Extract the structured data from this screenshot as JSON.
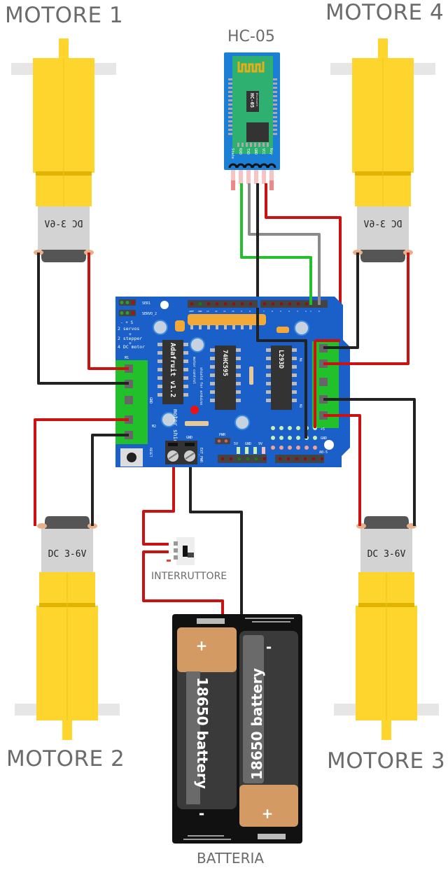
{
  "labels": {
    "motor1": "MOTORE 1",
    "motor2": "MOTORE 2",
    "motor3": "MOTORE 3",
    "motor4": "MOTORE 4",
    "bluetooth": "HC-05",
    "switch": "INTERRUTTORE",
    "battery": "BATTERIA"
  },
  "motor": {
    "rating": "DC 3-6V"
  },
  "hc05": {
    "chip_title": "HC-05",
    "chip_subtitle": "Bluetooth",
    "pins": [
      "State",
      "RXD",
      "TXD",
      "GND",
      "VCC",
      "Key"
    ]
  },
  "shield": {
    "chip_main": "Adafruit v1.2",
    "chip_shift": "74HC595",
    "chip_driver": "L293D",
    "text_motor_control": "motor control",
    "text_shield": "shield for arduino",
    "text_motor_shield": "motor shield",
    "servo_labels": [
      "SER1",
      "SERVO_2"
    ],
    "servo_pins": "- + S",
    "capabilities": [
      "2 servos",
      "+",
      "2 stepper",
      "+",
      "4 DC motor"
    ],
    "top_header_pins": [
      "AREF",
      "GND",
      "13",
      "12",
      "11",
      "10",
      "9",
      "8",
      "7",
      "6",
      "5",
      "4",
      "3",
      "2",
      "1",
      "0"
    ],
    "label_m1": "M1",
    "label_m2": "M2",
    "label_m3": "M3",
    "label_m4": "M4",
    "label_gnd": "GND",
    "label_reset": "RESET",
    "label_ext_pwr": "EXT_PWR",
    "label_pwr": "PWR",
    "label_5v": "5V",
    "label_9v": "9V",
    "label_plus5": "+5",
    "label_a0": "A0-5"
  },
  "battery": {
    "cell_label": "18650 battery",
    "plus": "+",
    "minus": "-"
  },
  "colors": {
    "board_blue": "#1b60c8",
    "terminal_green": "#22c02a",
    "motor_yellow": "#fdd52d",
    "motor_gray": "#d3d3d3",
    "wire_red": "#cc1111",
    "wire_black": "#222222",
    "wire_green": "#22c02a",
    "wire_gray": "#8a8a8a",
    "label_gray": "#6b6b6b"
  }
}
